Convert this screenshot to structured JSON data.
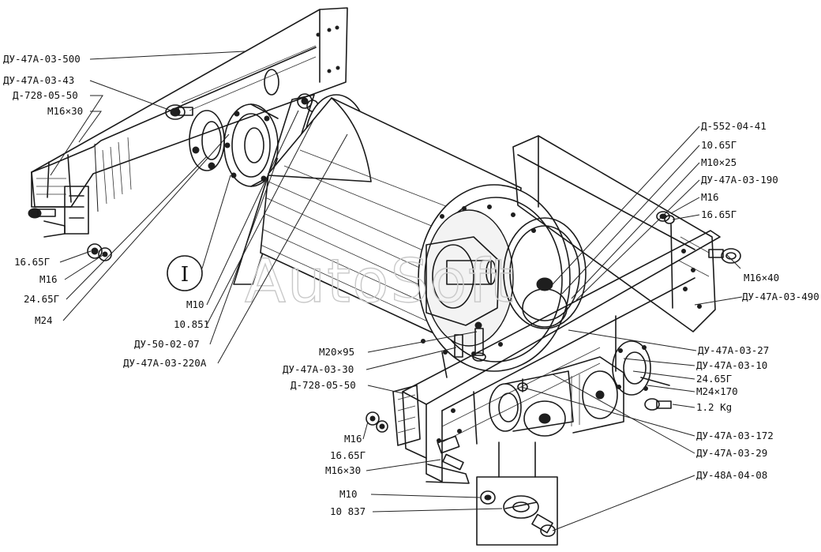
{
  "labels_left": [
    {
      "id": "du-47a-03-500",
      "text": "ДУ-47А-03-500"
    },
    {
      "id": "du-47a-03-43",
      "text": "ДУ-47А-03-43"
    },
    {
      "id": "d-728-05-50-top",
      "text": "Д-728-05-50"
    },
    {
      "id": "m16x30-top",
      "text": "М16×30"
    },
    {
      "id": "16-65g-left",
      "text": "16.65Г"
    },
    {
      "id": "m16-left",
      "text": "М16"
    },
    {
      "id": "24-65g-left",
      "text": "24.65Г"
    },
    {
      "id": "m24-left",
      "text": "М24"
    },
    {
      "id": "m10-mid",
      "text": "М10"
    },
    {
      "id": "10-851",
      "text": "10.851"
    },
    {
      "id": "du-50-02-07",
      "text": "ДУ-50-02-07"
    },
    {
      "id": "du-47a-03-220a",
      "text": "ДУ-47А-03-220А"
    }
  ],
  "labels_center": [
    {
      "id": "m20x95",
      "text": "М20×95"
    },
    {
      "id": "du-47a-03-30",
      "text": "ДУ-47А-03-30"
    },
    {
      "id": "d-728-05-50-bottom",
      "text": "Д-728-05-50"
    },
    {
      "id": "m16-bottom",
      "text": "М16"
    },
    {
      "id": "16-65g-bottom",
      "text": "16.65Г"
    },
    {
      "id": "m16x30-bottom",
      "text": "М16×30"
    },
    {
      "id": "m10-bottom",
      "text": "М10"
    },
    {
      "id": "10-837",
      "text": "10 837"
    }
  ],
  "labels_right": [
    {
      "id": "d-552-04-41",
      "text": "Д-552-04-41"
    },
    {
      "id": "10-65g",
      "text": "10.65Г"
    },
    {
      "id": "m10x25",
      "text": "М10×25"
    },
    {
      "id": "du-47a-03-190",
      "text": "ДУ-47А-03-190"
    },
    {
      "id": "m16-right",
      "text": "М16"
    },
    {
      "id": "16-65g-right",
      "text": "16.65Г"
    },
    {
      "id": "m16x40",
      "text": "М16×40"
    },
    {
      "id": "du-47a-03-490",
      "text": "ДУ-47А-03-490"
    },
    {
      "id": "du-47a-03-27",
      "text": "ДУ-47А-03-27"
    },
    {
      "id": "du-47a-03-10",
      "text": "ДУ-47А-03-10"
    },
    {
      "id": "24-65g-right",
      "text": "24.65Г"
    },
    {
      "id": "m24x170",
      "text": "М24×170"
    },
    {
      "id": "1-2kg",
      "text": "1.2 Кg"
    },
    {
      "id": "du-47a-03-172",
      "text": "ДУ-47А-03-172"
    },
    {
      "id": "du-47a-03-29",
      "text": "ДУ-47А-03-29"
    },
    {
      "id": "du-48a-04-08",
      "text": "ДУ-48А-04-08"
    }
  ],
  "detail_callout": "I",
  "watermark": "AutoSoft"
}
